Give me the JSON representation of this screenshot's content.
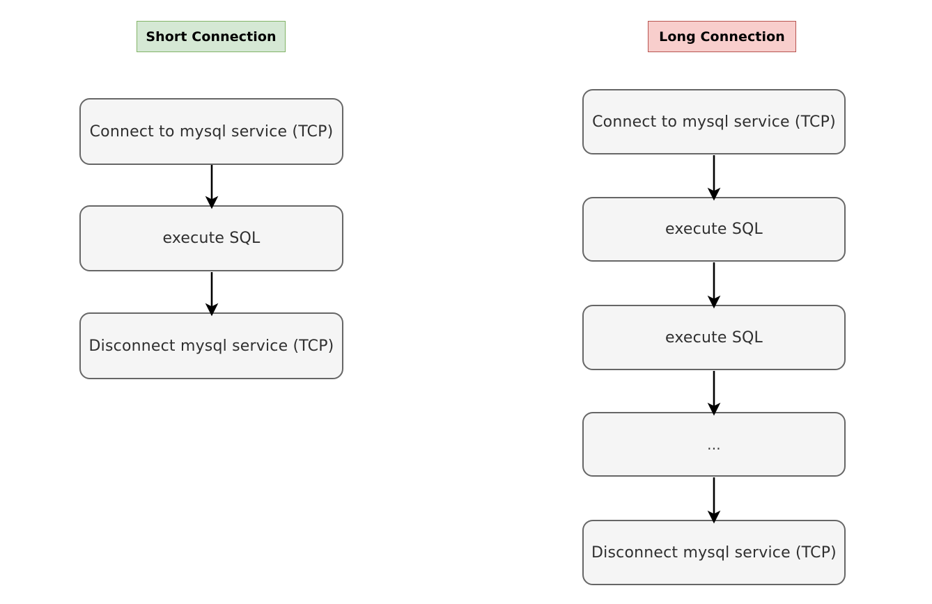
{
  "diagram": {
    "title_short": "Short Connection",
    "title_long": "Long Connection",
    "columns": [
      {
        "id": "short-connection",
        "label": "Short Connection",
        "label_fill": "#d5e8d4",
        "label_stroke": "#82b366",
        "nodes": [
          {
            "id": "short-connect",
            "text": "Connect to mysql service (TCP)"
          },
          {
            "id": "short-execute",
            "text": "execute SQL"
          },
          {
            "id": "short-disconnect",
            "text": "Disconnect mysql service (TCP)"
          }
        ],
        "arrow_count": 2
      },
      {
        "id": "long-connection",
        "label": "Long Connection",
        "label_fill": "#f8cecc",
        "label_stroke": "#b85450",
        "nodes": [
          {
            "id": "long-connect",
            "text": "Connect to mysql service (TCP)"
          },
          {
            "id": "long-execute-1",
            "text": "execute SQL"
          },
          {
            "id": "long-execute-2",
            "text": "execute SQL"
          },
          {
            "id": "long-more",
            "text": "..."
          },
          {
            "id": "long-disconnect",
            "text": "Disconnect mysql service (TCP)"
          }
        ],
        "arrow_count": 4
      }
    ],
    "node_fill": "#f5f5f5",
    "node_stroke": "#666666",
    "arrow_color": "#000000",
    "background": "#ffffff"
  }
}
